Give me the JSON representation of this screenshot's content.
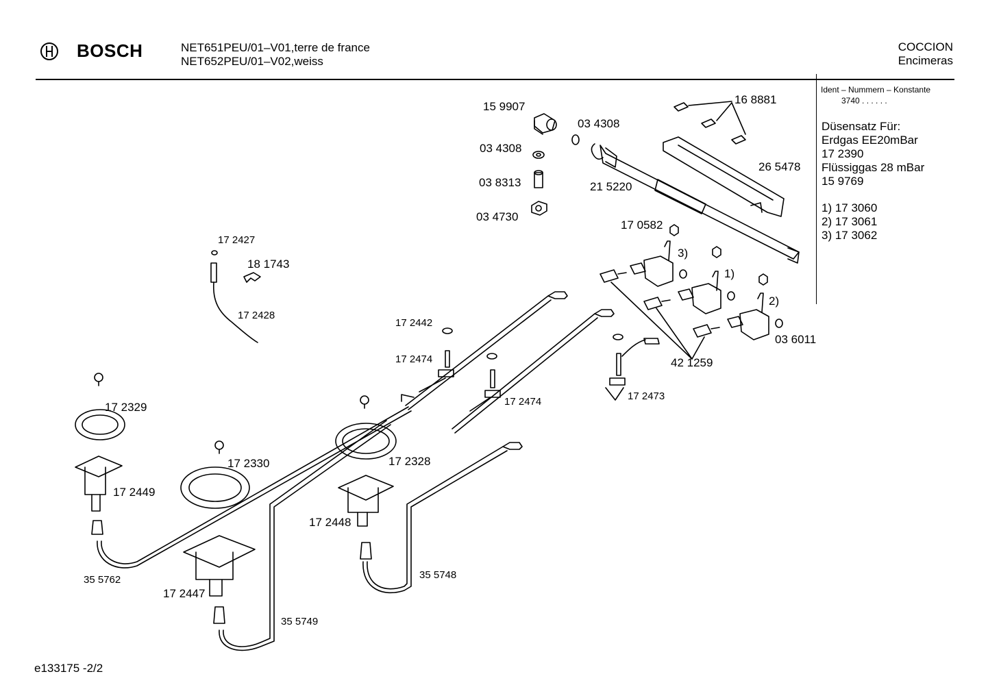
{
  "header": {
    "brand": "BOSCH",
    "model_line_1": "NET651PEU/01–V01,terre de france",
    "model_line_2": "NET652PEU/01–V02,weiss",
    "category": "COCCION",
    "subcategory": "Encimeras"
  },
  "sidebar": {
    "ident_title": "Ident – Nummern – Konstante",
    "ident_value": "3740  .  .  .  .  .  .",
    "nozzle_title": "Düsensatz Für:",
    "gas_natural": "Erdgas EE20mBar",
    "gas_natural_part": "17 2390",
    "gas_liquid": "Flüssiggas 28 mBar",
    "gas_liquid_part": "15 9769",
    "variant_1": "1) 17 3060",
    "variant_2": "2) 17 3061",
    "variant_3": "3) 17 3062"
  },
  "parts": {
    "p159907": "15 9907",
    "p034308a": "03 4308",
    "p034308b": "03 4308",
    "p038313": "03 8313",
    "p034730": "03 4730",
    "p168881": "16 8881",
    "p265478": "26 5478",
    "p215220": "21 5220",
    "p170582": "17 0582",
    "m3": "3)",
    "m1": "1)",
    "m2": "2)",
    "p036011": "03 6011",
    "p421259": "42 1259",
    "p172427": "17 2427",
    "p181743": "18 1743",
    "p172428": "17 2428",
    "p172442": "17 2442",
    "p172474a": "17 2474",
    "p172474b": "17 2474",
    "p172473": "17 2473",
    "p172329": "17 2329",
    "p172330": "17 2330",
    "p172328": "17 2328",
    "p172449": "17 2449",
    "p172448": "17 2448",
    "p172447": "17 2447",
    "p355762": "35 5762",
    "p355748": "35 5748",
    "p355749": "35 5749"
  },
  "footer": {
    "doc_id": "e133175   -2/2"
  }
}
